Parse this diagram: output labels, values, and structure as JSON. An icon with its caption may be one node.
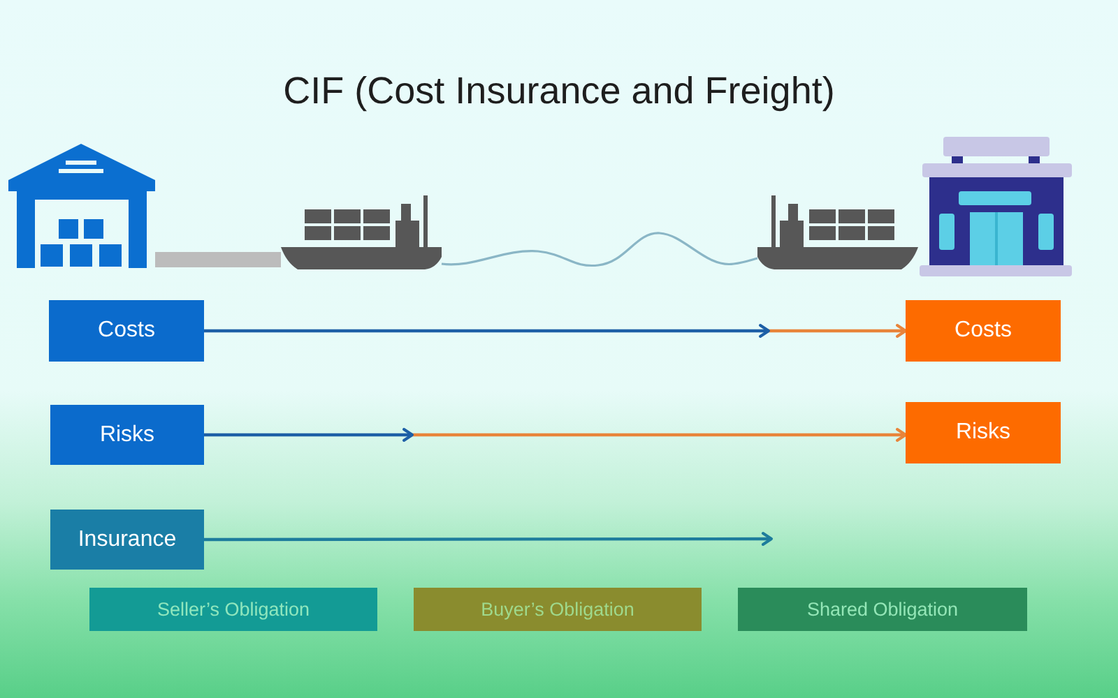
{
  "diagram": {
    "title": "CIF (Cost Insurance and Freight)",
    "nodes": [
      {
        "text": [],
        "shape": "picture"
      },
      {
        "text": [],
        "shape": "picture"
      },
      {
        "text": [],
        "shape": "picture"
      },
      {
        "text": [],
        "shape": "picture"
      },
      {
        "text": [
          "Costs"
        ]
      },
      {
        "text": [
          "Costs"
        ]
      },
      {
        "text": [
          "Risks"
        ]
      },
      {
        "text": [
          "Risks"
        ]
      },
      {
        "text": [
          "Insurance"
        ]
      }
    ],
    "edges": [
      {
        "from": 0,
        "to": 1,
        "arrow": "none",
        "style": "thick",
        "color": "#bcbcbc"
      },
      {
        "from": 1,
        "to": 2,
        "arrow": "none",
        "color": "#8ab6c6"
      },
      {
        "from": 4,
        "to": 5,
        "arrow": "to"
      },
      {
        "from": 6,
        "to": 7,
        "arrow": "to"
      },
      {
        "from": 8,
        "to": null,
        "arrow": "to",
        "color": "#1d7c9c"
      }
    ],
    "legend": [
      {
        "text": "Seller’s Obligation",
        "color": "#139b95"
      },
      {
        "text": "Buyer’s Obligation",
        "color": "#8a8c2e"
      },
      {
        "text": "Shared Obligation",
        "color": "#2a8c5a"
      }
    ]
  }
}
